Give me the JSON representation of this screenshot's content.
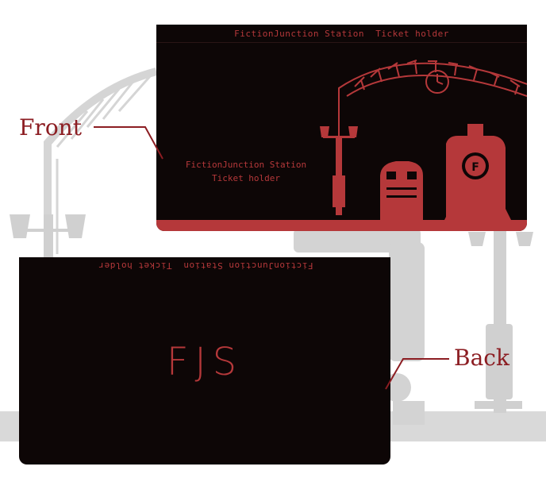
{
  "front": {
    "callout": "Front",
    "header": "FictionJunction Station  Ticket holder",
    "title_line1": "FictionJunction Station",
    "title_line2": "Ticket holder",
    "clock_icon": "clock-icon",
    "emblem_letter": "F"
  },
  "back": {
    "callout": "Back",
    "header": "FictionJunction Station  Ticket holder",
    "logo": "FJS"
  },
  "colors": {
    "card": "#0d0606",
    "accent": "#b5383a",
    "callout": "#8c1d22",
    "background_art": "#d9d9d9"
  }
}
